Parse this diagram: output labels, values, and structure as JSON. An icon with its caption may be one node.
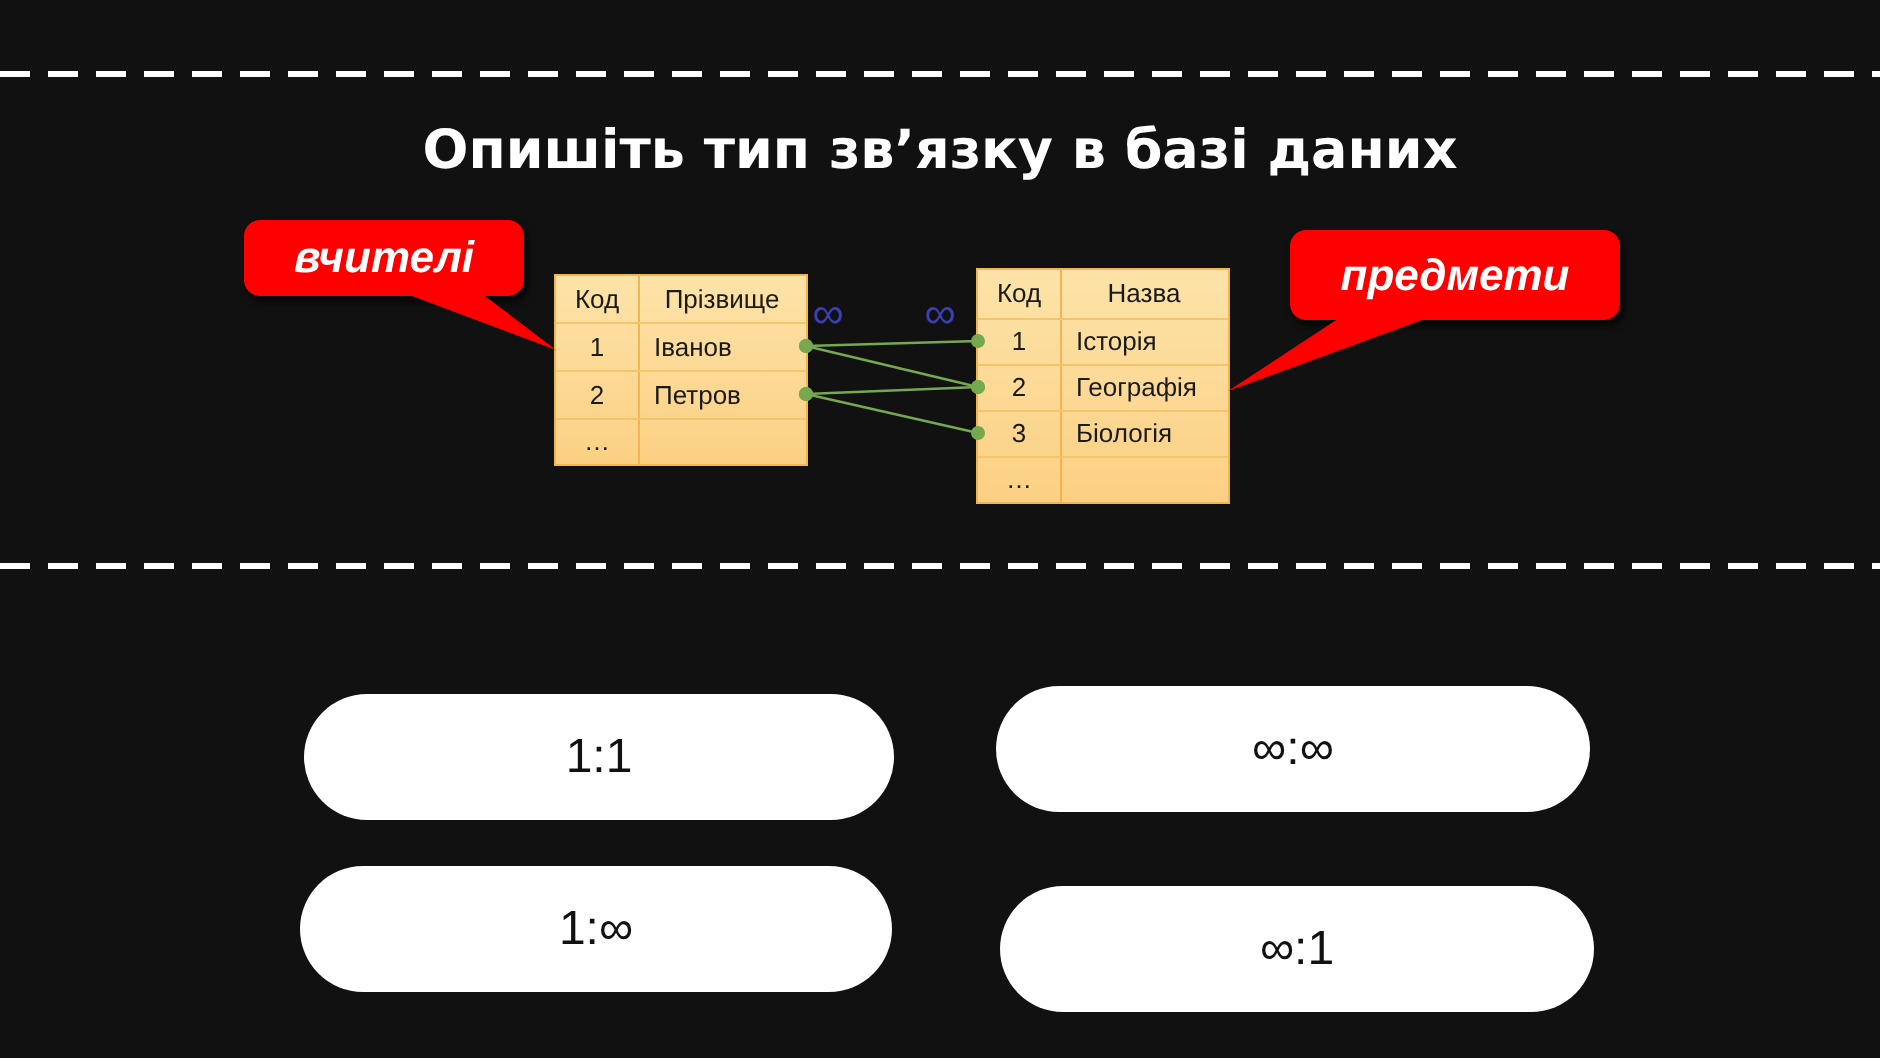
{
  "diagram": {
    "title": "Опишіть тип зв’язку в базі даних",
    "nodes": [
      {
        "text": [
          "вчителі"
        ]
      },
      {
        "text": [
          "Код",
          "Прізвище"
        ]
      },
      {
        "text": [
          "1",
          "Іванов"
        ],
        "in": 1
      },
      {
        "text": [
          "2",
          "Петров"
        ],
        "in": 1
      },
      {
        "text": [
          "…"
        ],
        "in": 1
      },
      {
        "text": [
          "Код",
          "Назва"
        ]
      },
      {
        "text": [
          "1",
          "Історія"
        ],
        "in": 5
      },
      {
        "text": [
          "2",
          "Географія"
        ],
        "in": 5
      },
      {
        "text": [
          "3",
          "Біологія"
        ],
        "in": 5
      },
      {
        "text": [
          "…"
        ],
        "in": 5
      },
      {
        "text": [
          "предмети"
        ]
      },
      {
        "text": [
          "1:1"
        ]
      },
      {
        "text": [
          "∞:∞"
        ]
      },
      {
        "text": [
          "1:∞"
        ]
      },
      {
        "text": [
          "∞:1"
        ]
      }
    ],
    "edges": [
      {
        "from": 0,
        "to": 2,
        "arrow": "none",
        "style": "thick",
        "color": "#ff0000"
      },
      {
        "from": 2,
        "to": 6,
        "arrow": "other"
      },
      {
        "from": 2,
        "to": 7,
        "arrow": "other"
      },
      {
        "from": 3,
        "to": 7,
        "arrow": "other"
      },
      {
        "from": 3,
        "to": 8,
        "arrow": "other"
      },
      {
        "from": 10,
        "to": 7,
        "arrow": "none",
        "style": "thick",
        "color": "#ff0000"
      }
    ],
    "labels": [
      "∞",
      "∞"
    ]
  }
}
